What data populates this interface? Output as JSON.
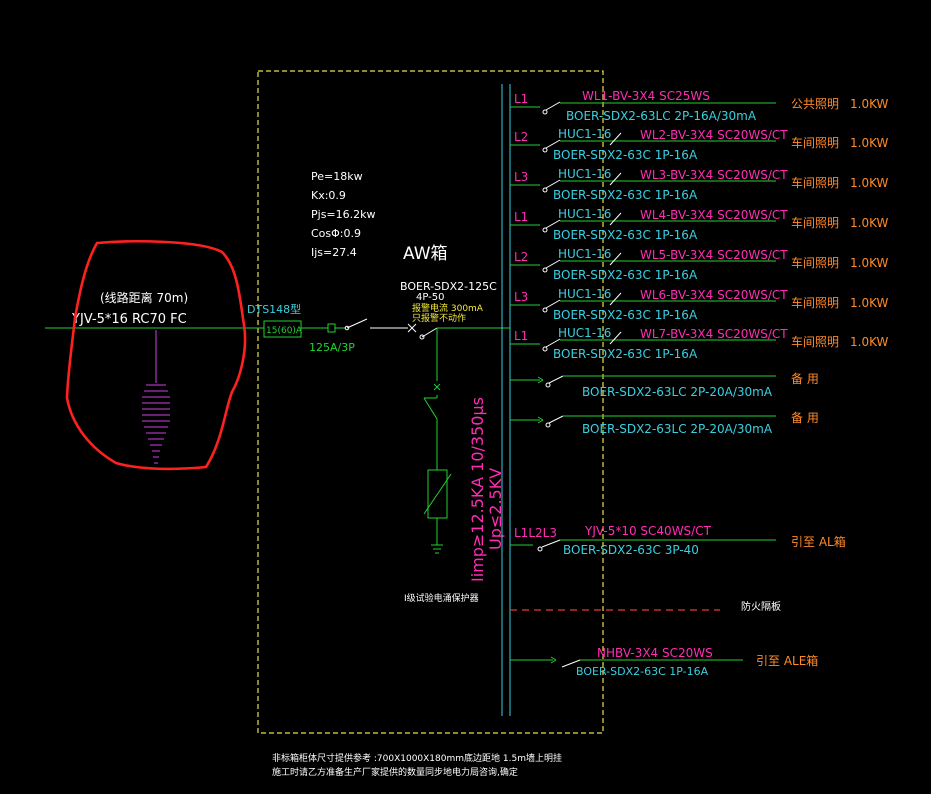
{
  "colors": {
    "background": "#000000",
    "wire": "#22d032",
    "bus": "#3ad0e0",
    "magenta": "#ff2db4",
    "orange": "#ff8a2a",
    "white": "#ffffff",
    "yellow": "#f3ea3a",
    "dashed_box": "#e8e04a",
    "red_marker": "#ff2020",
    "firewall": "#e03a3a"
  },
  "box_title": "AW箱",
  "params": [
    "Pe=18kw",
    "Kx:0.9",
    "Pjs=16.2kw",
    "CosΦ:0.9",
    "Ijs=27.4"
  ],
  "incoming": {
    "distance": "(线路距离      70m)",
    "cable": "YJV-5*16 RC70 FC",
    "meter": "DTS148型",
    "meter_rating": "15(60)A",
    "isolator": "125A/3P"
  },
  "main_breaker": {
    "model": "BOER-SDX2-125C",
    "poles": "4P-50",
    "alarm_current": "报警电流  300mA",
    "alarm_note": "只报警不动作"
  },
  "spd": {
    "rating1": "Iimp≥12.5KA 10/350μs",
    "rating2": "Up≤2.5KV",
    "label": "I级试验电涌保护器"
  },
  "circuits": [
    {
      "phase": "L1",
      "huc": "",
      "feeder": "WL1-BV-3X4 SC25WS",
      "breaker": "BOER-SDX2-63LC 2P-16A/30mA",
      "load": "公共照明",
      "power": "1.0KW"
    },
    {
      "phase": "L2",
      "huc": "HUC1-16",
      "feeder": "WL2-BV-3X4 SC20WS/CT",
      "breaker": "BOER-SDX2-63C 1P-16A",
      "load": "车间照明",
      "power": "1.0KW"
    },
    {
      "phase": "L3",
      "huc": "HUC1-16",
      "feeder": "WL3-BV-3X4 SC20WS/CT",
      "breaker": "BOER-SDX2-63C 1P-16A",
      "load": "车间照明",
      "power": "1.0KW"
    },
    {
      "phase": "L1",
      "huc": "HUC1-16",
      "feeder": "WL4-BV-3X4 SC20WS/CT",
      "breaker": "BOER-SDX2-63C 1P-16A",
      "load": "车间照明",
      "power": "1.0KW"
    },
    {
      "phase": "L2",
      "huc": "HUC1-16",
      "feeder": "WL5-BV-3X4 SC20WS/CT",
      "breaker": "BOER-SDX2-63C 1P-16A",
      "load": "车间照明",
      "power": "1.0KW"
    },
    {
      "phase": "L3",
      "huc": "HUC1-16",
      "feeder": "WL6-BV-3X4 SC20WS/CT",
      "breaker": "BOER-SDX2-63C 1P-16A",
      "load": "车间照明",
      "power": "1.0KW"
    },
    {
      "phase": "L1",
      "huc": "HUC1-16",
      "feeder": "WL7-BV-3X4 SC20WS/CT",
      "breaker": "BOER-SDX2-63C 1P-16A",
      "load": "车间照明",
      "power": "1.0KW"
    }
  ],
  "spares": [
    {
      "breaker": "BOER-SDX2-63LC 2P-20A/30mA",
      "load": "备    用"
    },
    {
      "breaker": "BOER-SDX2-63LC 2P-20A/30mA",
      "load": "备    用"
    }
  ],
  "al_feeder": {
    "phase": "L1L2L3",
    "feeder": "YJV-5*10 SC40WS/CT",
    "breaker": "BOER-SDX2-63C 3P-40",
    "load": "引至 AL箱"
  },
  "firewall_label": "防火隔板",
  "ale_feeder": {
    "feeder": "NHBV-3X4 SC20WS",
    "breaker": "BOER-SDX2-63C 1P-16A",
    "load": "引至 ALE箱"
  },
  "notes": [
    "非标箱柜体尺寸提供参考        :700X1000X180mm底边距地  1.5m墙上明挂",
    "施工时请乙方准备生产厂家提供的数量同步地电力局咨询,确定"
  ]
}
